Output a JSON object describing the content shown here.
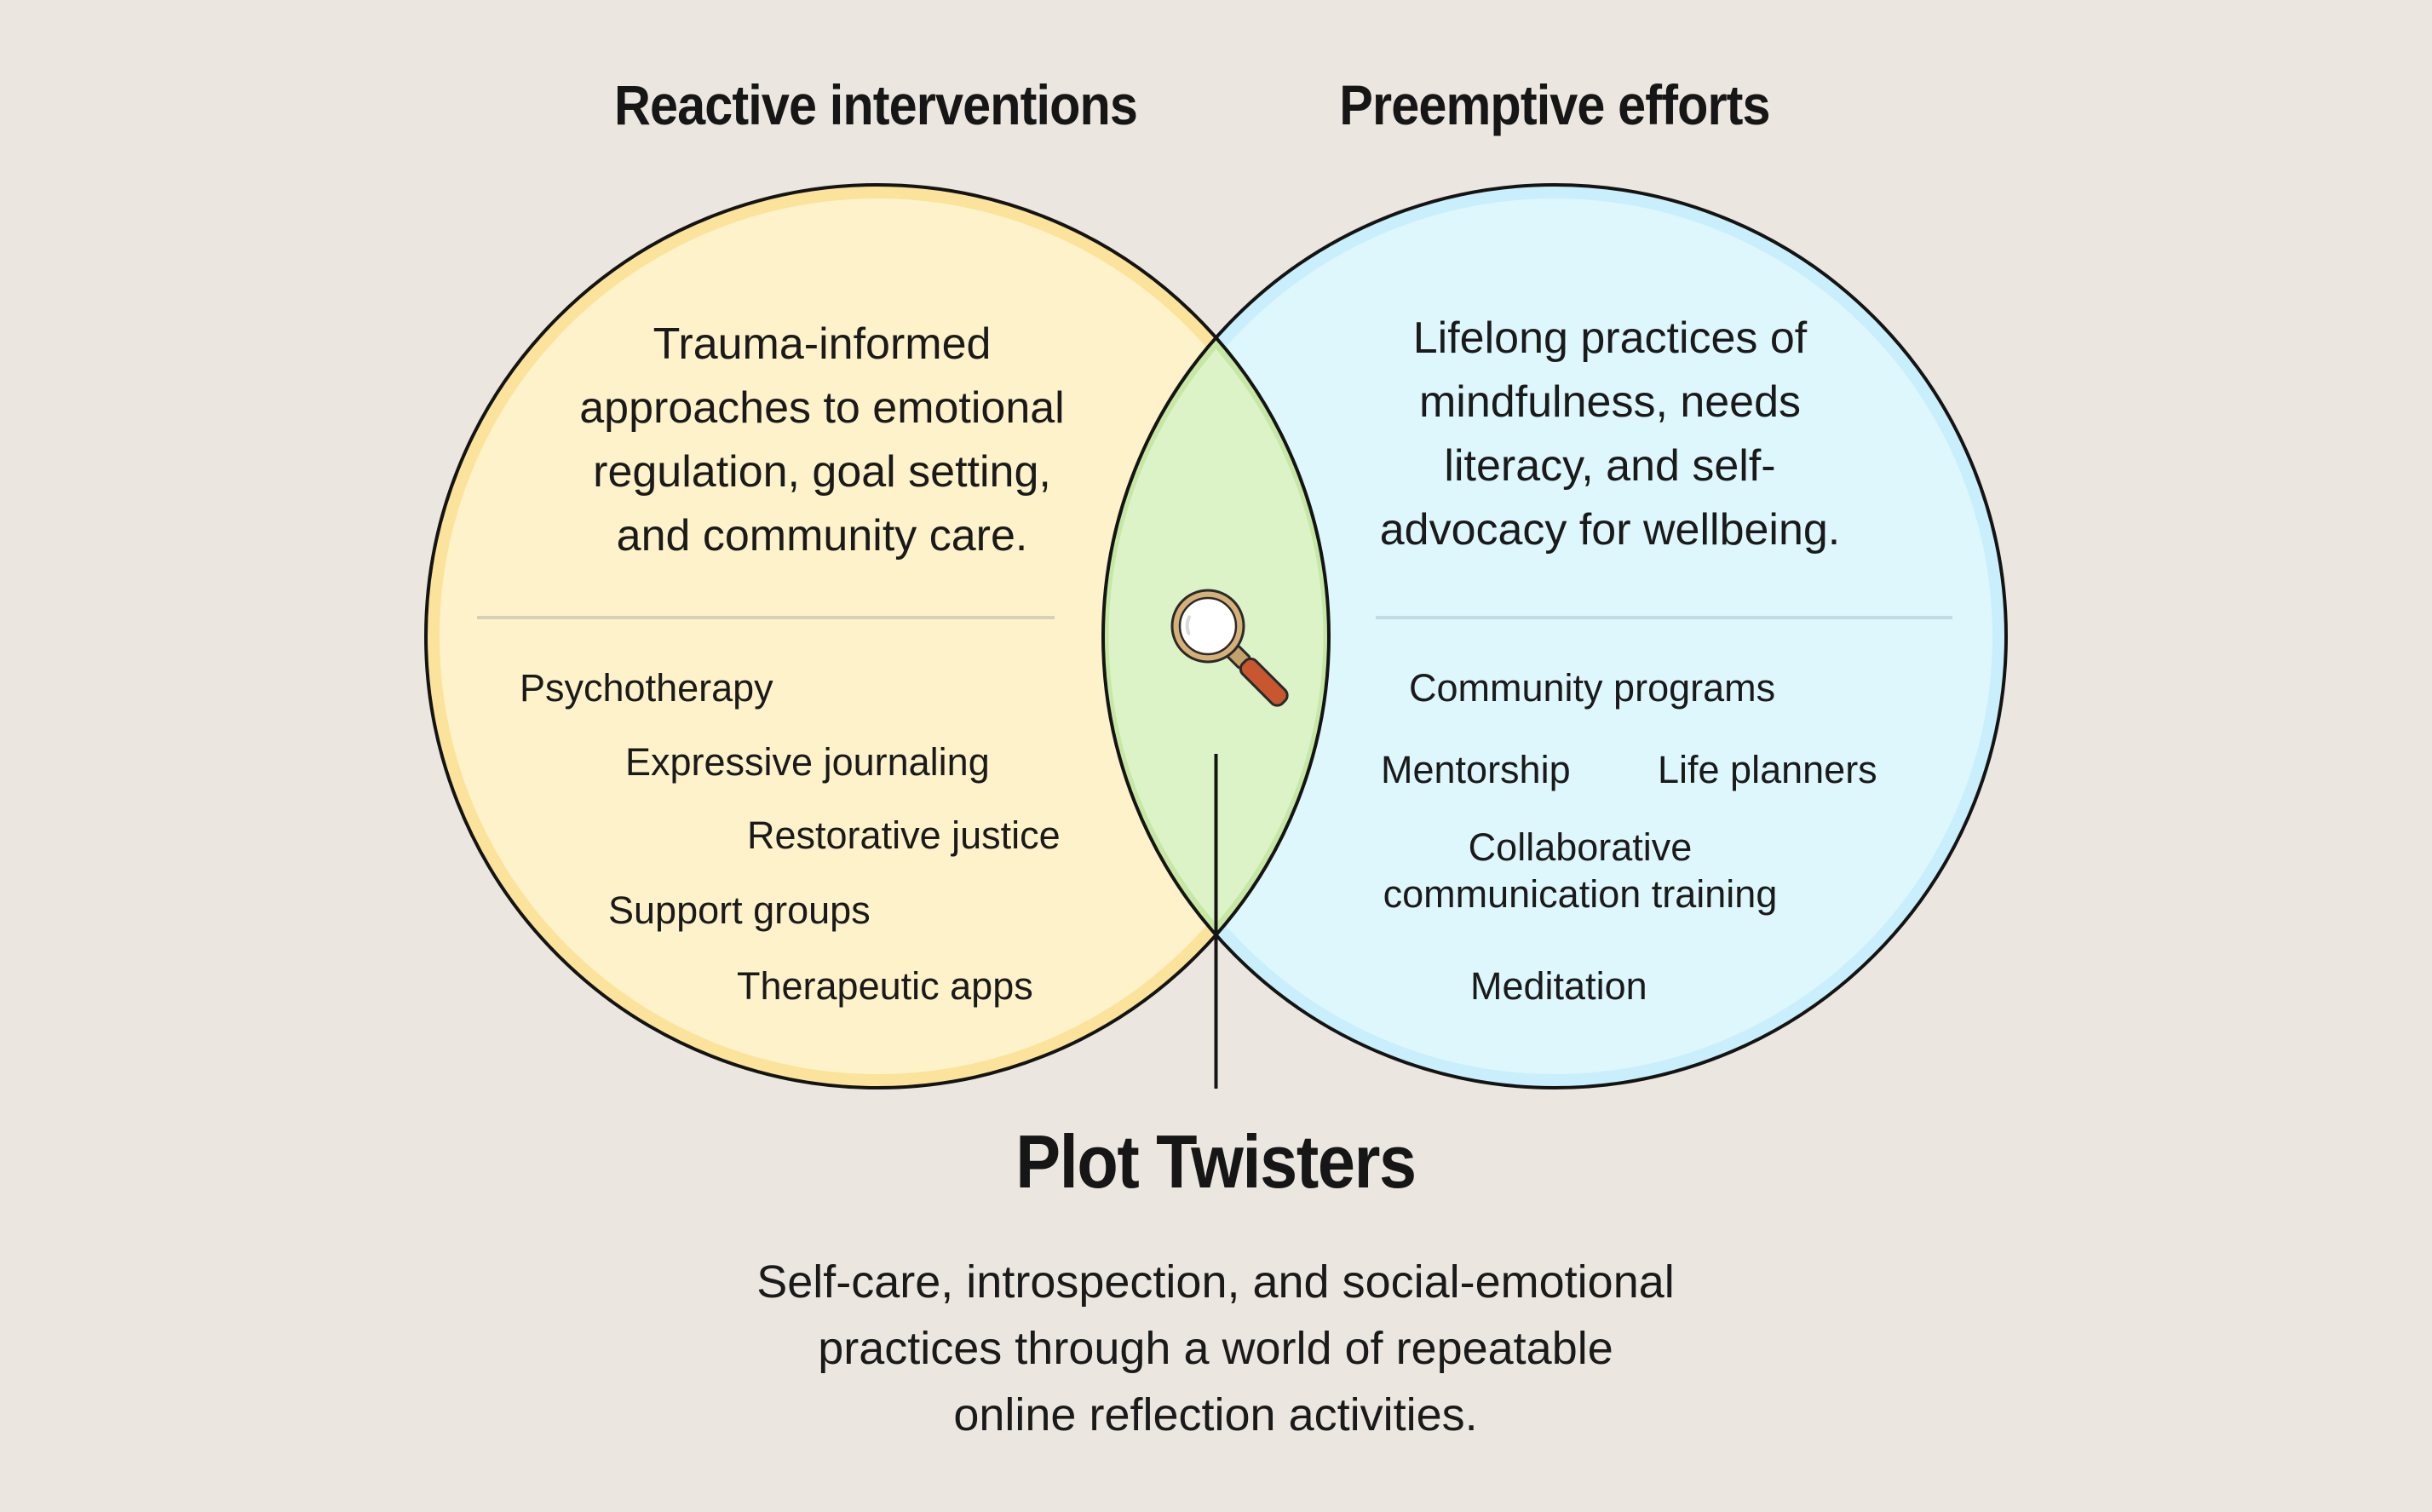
{
  "colors": {
    "background": "#ebe6df",
    "left_circle_fill": "#fdf2c9",
    "left_circle_border": "#fbe39b",
    "right_circle_fill": "#ddf7fc",
    "right_circle_border": "#c8effb",
    "overlap_fill": "#dcf3c8",
    "overlap_border": "#c6e8a4",
    "outline": "#141414"
  },
  "left": {
    "heading": "Reactive interventions",
    "description": "Trauma-informed\napproaches to emotional\nregulation, goal setting,\nand community care.",
    "items": [
      "Psychotherapy",
      "Expressive journaling",
      "Restorative justice",
      "Support groups",
      "Therapeutic apps"
    ]
  },
  "right": {
    "heading": "Preemptive efforts",
    "description": "Lifelong practices of\nmindfulness, needs\nliteracy, and self-\nadvocacy for wellbeing.",
    "items": [
      "Community programs",
      "Mentorship",
      "Life planners",
      "Collaborative\ncommunication training",
      "Meditation"
    ]
  },
  "center": {
    "icon": "magnifying-glass-icon",
    "title": "Plot Twisters",
    "description": "Self-care, introspection, and social-emotional\npractices through a world of repeatable\nonline reflection activities."
  }
}
